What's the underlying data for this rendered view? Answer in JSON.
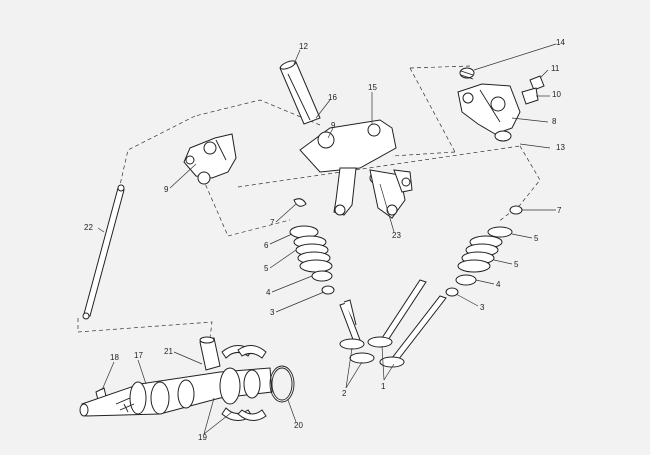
{
  "labels": {
    "l12": "12",
    "l14": "14",
    "l11": "11",
    "l10": "10",
    "l8": "8",
    "l13": "13",
    "l16": "16",
    "l15": "15",
    "l9": "9",
    "l23": "23",
    "l22": "22",
    "l7a": "7",
    "l7b": "7",
    "l6": "6",
    "l5a": "5",
    "l5b": "5",
    "l5c": "5",
    "l4a": "4",
    "l4b": "4",
    "l3a": "3",
    "l3b": "3",
    "l2": "2",
    "l1": "1",
    "l18": "18",
    "l17": "17",
    "l21": "21",
    "l19": "19",
    "l20": "20"
  },
  "colors": {
    "background": "#f2f2f2",
    "line": "#222222"
  }
}
